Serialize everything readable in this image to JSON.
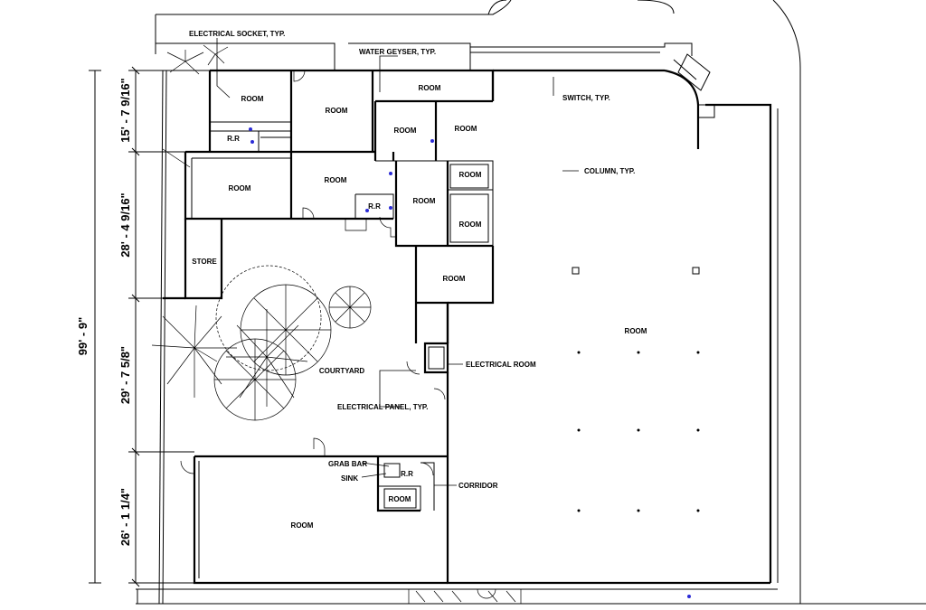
{
  "dimensions": {
    "overall": "99' - 9\"",
    "segments": [
      "15' - 7 9/16\"",
      "28' - 4 9/16\"",
      "29' - 7 5/8\"",
      "26' - 1 1/4\""
    ]
  },
  "labels": {
    "electrical_socket": "ELECTRICAL SOCKET, TYP.",
    "water_geyser": "WATER GEYSER, TYP.",
    "switch": "SWITCH, TYP.",
    "column": "COLUMN, TYP.",
    "electrical_room": "ELECTRICAL ROOM",
    "electrical_panel": "ELECTRICAL PANEL, TYP.",
    "grab_bar": "GRAB BAR",
    "sink": "SINK",
    "corridor": "CORRIDOR",
    "courtyard": "COURTYARD",
    "store": "STORE",
    "room": "ROOM",
    "rr": "R.R"
  },
  "colors": {
    "line": "#000000",
    "outlet": "#2b2bd6",
    "background": "#ffffff"
  }
}
